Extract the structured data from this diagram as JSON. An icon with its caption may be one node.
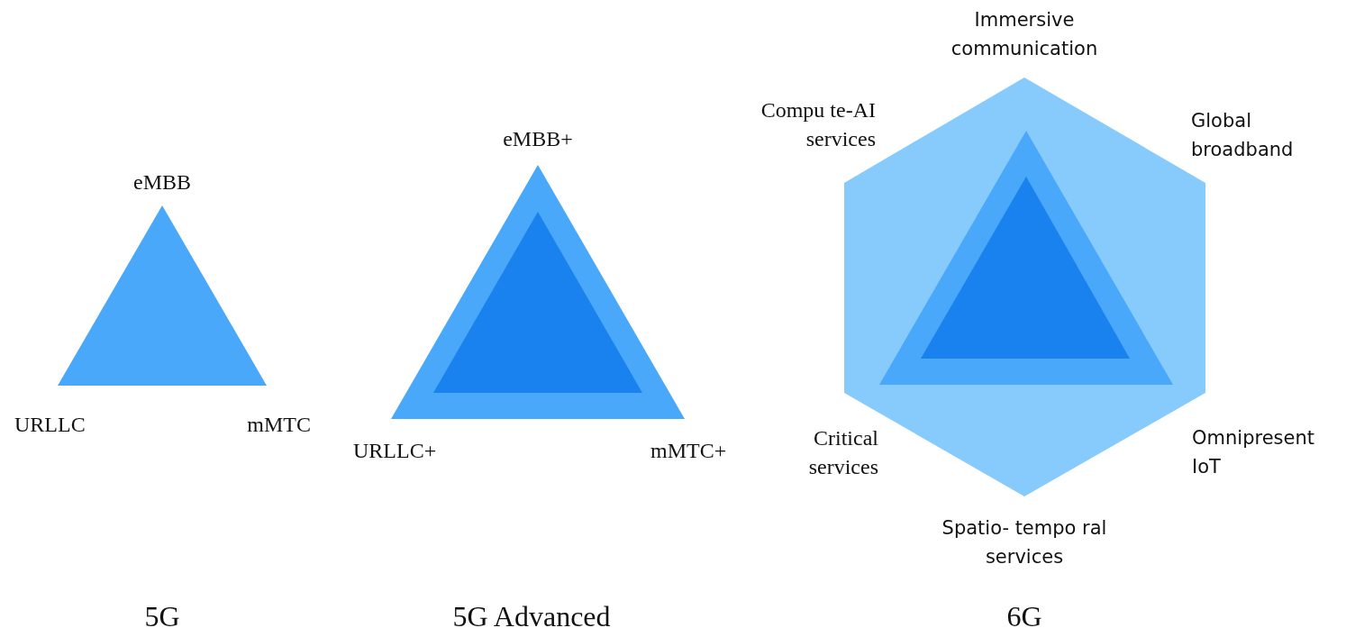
{
  "diagram": {
    "labels": [
      "eMBB",
      "URLLC",
      "mMTC",
      "5G",
      "eMBB+",
      "URLLC+",
      "mMTC+",
      "5G Advanced",
      "Immersive communication",
      "Compu te-AI services",
      "Global broadband",
      "Critical services",
      "Omnipresent IoT",
      "Spatio- tempo ral services",
      "6G"
    ]
  }
}
